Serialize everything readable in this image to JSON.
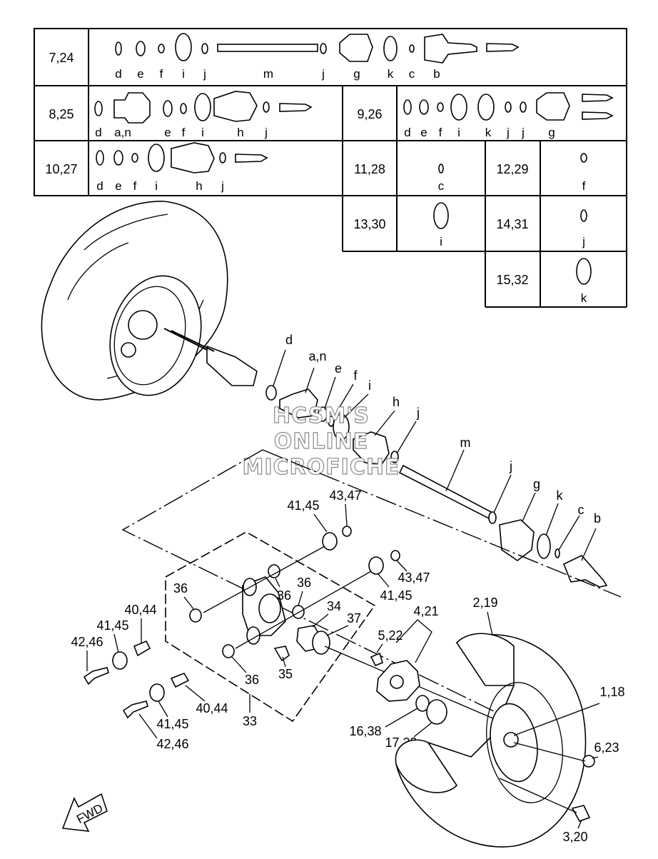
{
  "kit_table": {
    "rows": [
      {
        "id": "7,24",
        "parts": [
          "d",
          "e",
          "f",
          "i",
          "j",
          "m",
          "j",
          "g",
          "k",
          "c",
          "b"
        ]
      },
      {
        "id": "8,25",
        "parts": [
          "d",
          "a,n",
          "e",
          "f",
          "i",
          "h",
          "j"
        ]
      },
      {
        "id": "9,26",
        "parts": [
          "d",
          "e",
          "f",
          "i",
          "k",
          "j",
          "j",
          "g"
        ]
      },
      {
        "id": "10,27",
        "parts": [
          "d",
          "e",
          "f",
          "i",
          "h",
          "j"
        ]
      },
      {
        "id": "11,28",
        "parts": [
          "c"
        ]
      },
      {
        "id": "12,29",
        "parts": [
          "f"
        ]
      },
      {
        "id": "13,30",
        "parts": [
          "i"
        ]
      },
      {
        "id": "14,31",
        "parts": [
          "j"
        ]
      },
      {
        "id": "15,32",
        "parts": [
          "k"
        ]
      }
    ]
  },
  "callouts": {
    "d": "d",
    "an": "a,n",
    "e": "e",
    "f": "f",
    "i": "i",
    "h": "h",
    "j1": "j",
    "m": "m",
    "j2": "j",
    "g": "g",
    "k": "k",
    "c": "c",
    "b": "b",
    "n41_45a": "41,45",
    "n43_47a": "43,47",
    "n36a": "36",
    "n36b": "36",
    "n36c": "36",
    "n36d": "36",
    "n43_47b": "43,47",
    "n41_45b": "41,45",
    "n34": "34",
    "n37": "37",
    "n40_44a": "40,44",
    "n41_45c": "41,45",
    "n42_46a": "42,46",
    "n35": "35",
    "n40_44b": "40,44",
    "n41_45d": "41,45",
    "n42_46b": "42,46",
    "n33": "33",
    "n4_21": "4,21",
    "n5_22": "5,22",
    "n2_19": "2,19",
    "n1_18": "1,18",
    "n16_38": "16,38",
    "n17_39": "17,39",
    "n6_23": "6,23",
    "n3_20": "3,20",
    "fwd": "FWD"
  },
  "watermark": {
    "line1": "HCSM'S",
    "line2": "ONLINE",
    "line3": "MICROFICHE"
  },
  "icons": [
    "fwd-arrow-icon"
  ]
}
